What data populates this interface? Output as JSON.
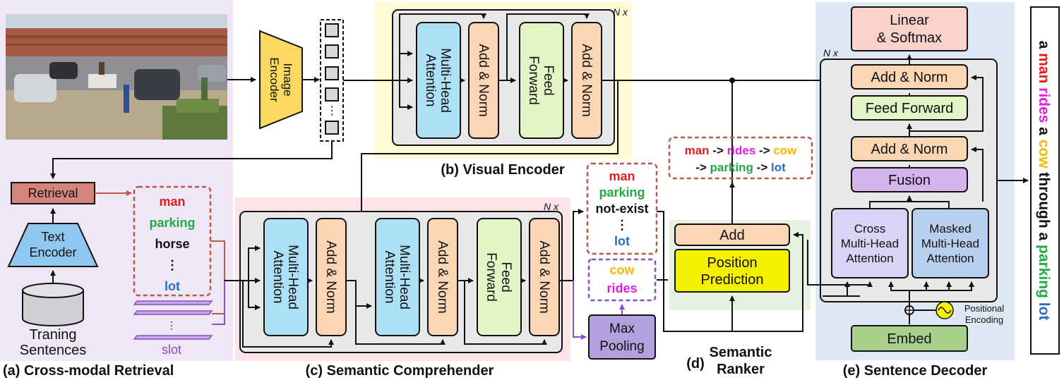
{
  "diagram": {
    "sections": {
      "a": "(a) Cross-modal Retrieval",
      "b": "(b) Visual Encoder",
      "c": "(c) Semantic Comprehender",
      "d_line1": "(d)",
      "d_line2a": "Semantic",
      "d_line2b": "Ranker",
      "e": "(e) Sentence Decoder"
    },
    "retrieval": {
      "retrieval_label": "Retrieval",
      "text_encoder_line1": "Text",
      "text_encoder_line2": "Encoder",
      "db_line1": "Traning",
      "db_line2": "Sentences",
      "image_encoder_line1": "Image",
      "image_encoder_line2": "Encoder",
      "slot_label": "slot",
      "retrieved_words": [
        {
          "text": "man",
          "color": "#e02020"
        },
        {
          "text": "parking",
          "color": "#22aa44"
        },
        {
          "text": "horse",
          "color": "#111111"
        },
        {
          "text": "⋮",
          "color": "#111111"
        },
        {
          "text": "lot",
          "color": "#2a6fbf"
        }
      ]
    },
    "visual_encoder": {
      "nx": "N x",
      "mha_line1": "Multi-Head",
      "mha_line2": "Attention",
      "add_norm": "Add & Norm",
      "ff_line1": "Feed",
      "ff_line2": "Forward"
    },
    "semantic_comprehender": {
      "nx": "N x",
      "mha_line1": "Multi-Head",
      "mha_line2": "Attention",
      "add_norm": "Add & Norm",
      "ff_line1": "Feed",
      "ff_line2": "Forward",
      "max_pool_line1": "Max",
      "max_pool_line2": "Pooling",
      "concept_words": [
        {
          "text": "man",
          "color": "#e02020"
        },
        {
          "text": "parking",
          "color": "#22aa44"
        },
        {
          "text": "not-exist",
          "color": "#111111"
        },
        {
          "text": "⋮",
          "color": "#111111"
        },
        {
          "text": "lot",
          "color": "#2a6fbf"
        }
      ],
      "slot_words": [
        {
          "text": "cow",
          "color": "#f5b800"
        },
        {
          "text": "rides",
          "color": "#e020e0"
        }
      ]
    },
    "semantic_ranker": {
      "add": "Add",
      "pos_line1": "Position",
      "pos_line2": "Prediction",
      "ranked_line1": [
        {
          "text": "man",
          "color": "#e02020"
        },
        {
          "text": " -> ",
          "color": "#111111"
        },
        {
          "text": "rides",
          "color": "#e020e0"
        },
        {
          "text": " -> ",
          "color": "#111111"
        },
        {
          "text": "cow",
          "color": "#f5b800"
        }
      ],
      "ranked_line2": [
        {
          "text": "-> ",
          "color": "#111111"
        },
        {
          "text": "parking",
          "color": "#22aa44"
        },
        {
          "text": " -> ",
          "color": "#111111"
        },
        {
          "text": "lot",
          "color": "#2a6fbf"
        }
      ]
    },
    "sentence_decoder": {
      "nx": "N x",
      "linear_line1": "Linear",
      "linear_line2": "& Softmax",
      "add_norm": "Add & Norm",
      "feed_forward": "Feed Forward",
      "fusion": "Fusion",
      "cross_line1": "Cross",
      "cross_line2": "Multi-Head",
      "cross_line3": "Attention",
      "masked_line1": "Masked",
      "masked_line2": "Multi-Head",
      "masked_line3": "Attention",
      "pe_line1": "Positional",
      "pe_line2": "Encoding",
      "embed": "Embed"
    },
    "output_sentence": [
      {
        "text": "a ",
        "color": "#111111"
      },
      {
        "text": "man ",
        "color": "#e02020"
      },
      {
        "text": "rides ",
        "color": "#e020e0"
      },
      {
        "text": "a ",
        "color": "#111111"
      },
      {
        "text": "cow ",
        "color": "#f5b800"
      },
      {
        "text": "through ",
        "color": "#111111"
      },
      {
        "text": "a ",
        "color": "#111111"
      },
      {
        "text": "parking ",
        "color": "#22aa44"
      },
      {
        "text": "lot",
        "color": "#2a6fbf"
      }
    ]
  }
}
